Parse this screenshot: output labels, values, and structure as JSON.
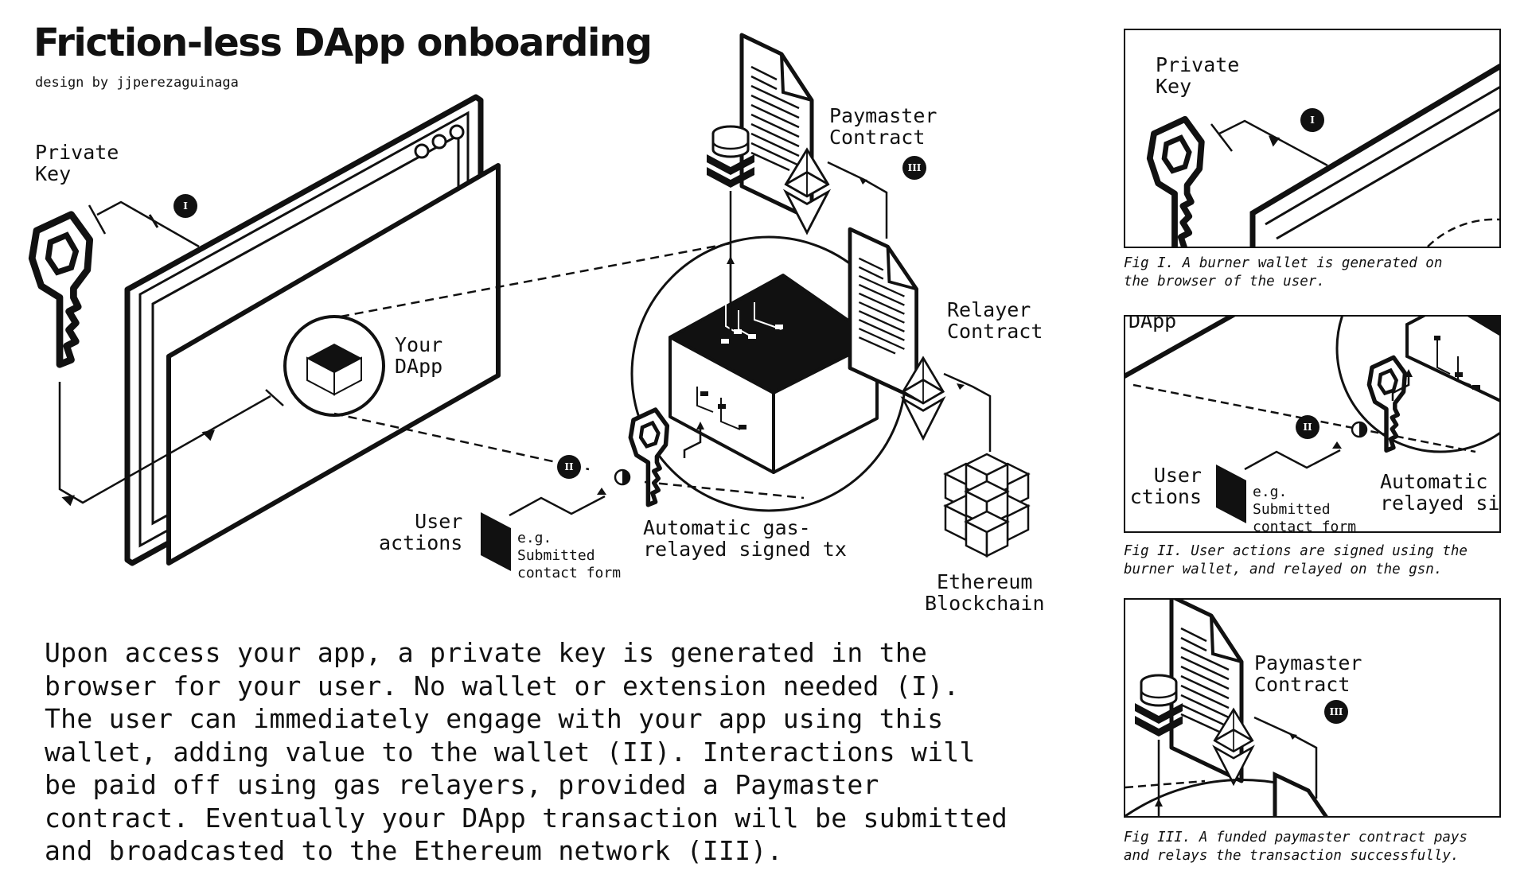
{
  "header": {
    "title": "Friction-less DApp onboarding",
    "byline": "design by jjperezaguinaga"
  },
  "diagram": {
    "private_key_label": "Private\nKey",
    "your_dapp_label": "Your\nDApp",
    "paymaster_label": "Paymaster\nContract",
    "relayer_label": "Relayer\nContract",
    "ethereum_label": "Ethereum\nBlockchain",
    "user_actions_label": "User\nactions",
    "example_label": "e.g.\nSubmitted\ncontact form",
    "auto_tx_label": "Automatic gas-\nrelayed signed tx",
    "badge_1": "I",
    "badge_2": "II",
    "badge_3": "III"
  },
  "paragraph": {
    "lines": [
      "Upon access your app, a private key is generated in the",
      "browser for your user. No wallet or extension needed (I).",
      "The user can immediately engage with your app using this",
      "wallet, adding value to the wallet (II). Interactions will",
      "be paid off using gas relayers, provided a Paymaster",
      "contract. Eventually your DApp transaction will be submitted",
      "and broadcasted to the Ethereum network (III)."
    ]
  },
  "figures": {
    "fig1": {
      "label": "Private\nKey",
      "badge": "I",
      "caption": "Fig I. A burner wallet is generated on\nthe browser of the user."
    },
    "fig2": {
      "top_label": "DApp",
      "user_actions_label": "User\nctions",
      "example_label": "e.g.\nSubmitted\ncontact form",
      "auto_label": "Automatic\nrelayed si",
      "badge": "II",
      "caption": "Fig II. User actions are signed using the\nburner wallet, and relayed on the gsn."
    },
    "fig3": {
      "label": "Paymaster\nContract",
      "badge": "III",
      "caption": "Fig III. A funded paymaster contract pays\nand relays the transaction successfully."
    }
  }
}
